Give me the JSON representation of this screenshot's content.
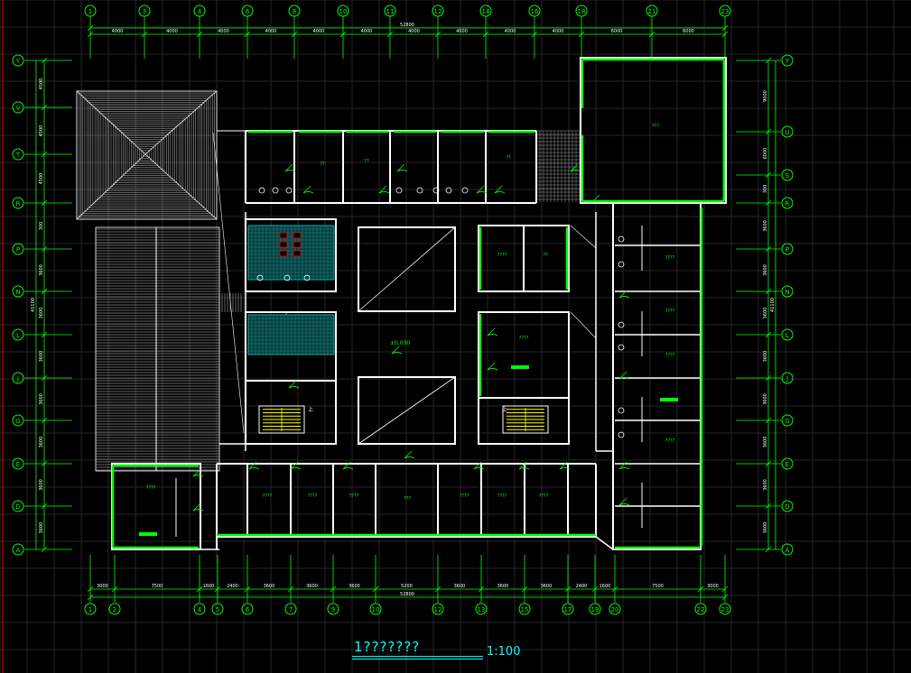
{
  "drawing": {
    "title": "1???????",
    "scale": "1:100"
  },
  "colors": {
    "background": "#000000",
    "grid": "#262626",
    "wall": "#ffffff",
    "window": "#00ff00",
    "axis": "#00ff00",
    "title": "#00ffff",
    "red": "#ff0000"
  },
  "axes": {
    "top_bubbles": [
      "1",
      "3",
      "4",
      "6",
      "8",
      "10",
      "11",
      "12",
      "14",
      "16",
      "18",
      "21",
      "23"
    ],
    "bottom_bubbles": [
      "1",
      "2",
      "4",
      "5",
      "6",
      "7",
      "9",
      "10",
      "12",
      "13",
      "15",
      "17",
      "19",
      "20",
      "22",
      "23"
    ],
    "left_bubbles": [
      "Y",
      "V",
      "T",
      "R",
      "P",
      "N",
      "L",
      "J",
      "G",
      "E",
      "D",
      "A"
    ],
    "right_bubbles": [
      "Y",
      "U",
      "S",
      "R",
      "P",
      "N",
      "L",
      "J",
      "G",
      "E",
      "D",
      "A"
    ]
  },
  "dimensions": {
    "top_overall": "52800",
    "top_spans": [
      "4000",
      "4000",
      "4000",
      "4000",
      "4000",
      "4000",
      "4000",
      "4000",
      "4000",
      "4000",
      "6000",
      "6000"
    ],
    "bottom_overall": "52800",
    "bottom_spans": [
      "3000",
      "7500",
      "1600",
      "2400",
      "3600",
      "3600",
      "3600",
      "5200",
      "3600",
      "3600",
      "3600",
      "2400",
      "1600",
      "7500",
      "3000"
    ],
    "left_overall": "41100",
    "left_spans": [
      "4500",
      "4500",
      "4500",
      "300",
      "3600",
      "3600",
      "3600",
      "3600",
      "3600",
      "3600",
      "3600",
      "3600"
    ],
    "right_overall": "41100",
    "right_spans": [
      "9000",
      "6000",
      "300",
      "3600",
      "3600",
      "3600",
      "3600",
      "3600",
      "3600",
      "3600",
      "3600"
    ]
  },
  "room_labels": {
    "top_right_hall": "???",
    "office_a": "??",
    "office_b": "??",
    "office_c": "??",
    "mid_room_1": "????",
    "mid_room_2": "??",
    "right_room_1": "????",
    "right_room_2": "????",
    "right_room_3": "????",
    "right_room_4": "????",
    "mid_right_room": "????",
    "bottom_left_room": "????",
    "bottom_room_1": "????",
    "bottom_room_2": "????",
    "bottom_room_3": "????",
    "bottom_room_4": "???",
    "bottom_room_5": "????",
    "bottom_room_6": "????",
    "bottom_room_7": "????",
    "elevation": "±0.000",
    "stair_up_1": "上",
    "stair_up_2": "上"
  }
}
